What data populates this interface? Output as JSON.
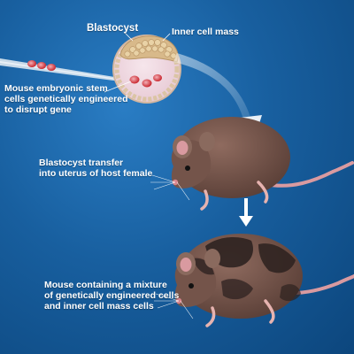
{
  "labels": {
    "blastocyst": "Blastocyst",
    "inner_cell_mass": "Inner cell mass",
    "es_cells": "Mouse embryonic stem\ncells genetically engineered\nto disrupt gene",
    "transfer": "Blastocyst transfer\ninto uterus of host female",
    "mixture": "Mouse containing a mixture\nof genetically engineered cells\nand inner cell mass cells"
  },
  "colors": {
    "background": "#185f9f",
    "mouse_brown": "#7a5a4f",
    "mouse_dark_patch": "#2e2220",
    "inner_cell_mass": "#d8b98a",
    "es_cell": "#c9262e",
    "arrow": "#ffffff"
  }
}
